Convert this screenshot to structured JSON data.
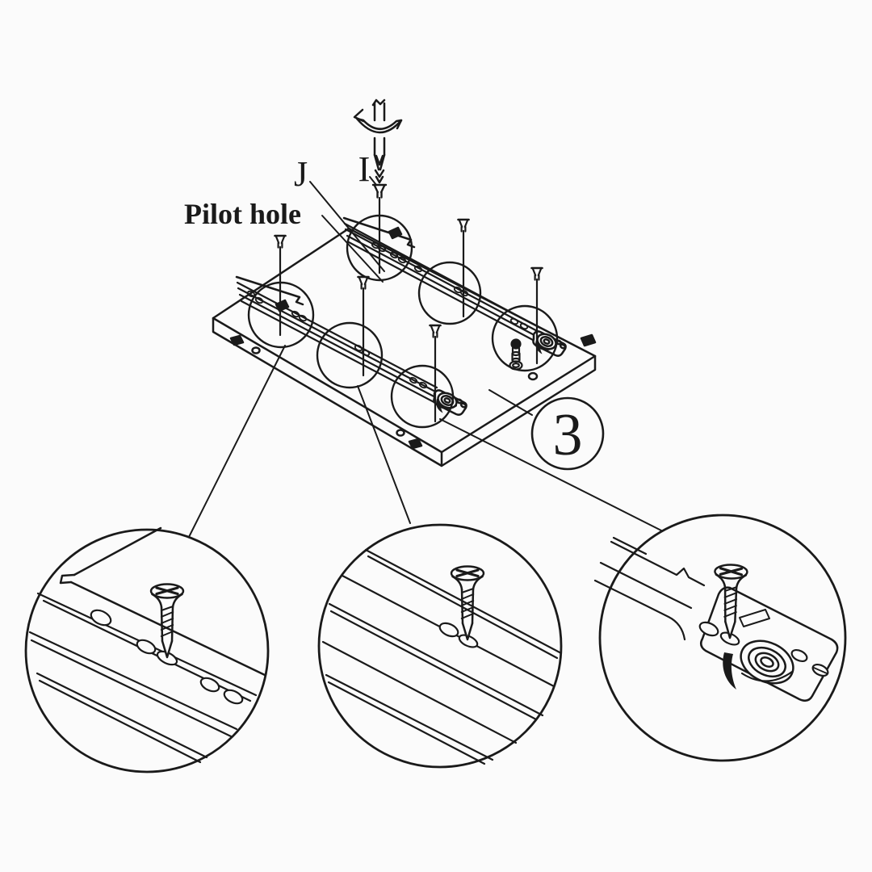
{
  "diagram": {
    "step_number": "3",
    "labels": {
      "driver_screw": "I",
      "rail_screw": "J",
      "pilot_hole": "Pilot hole"
    },
    "colors": {
      "ink": "#1a1a1a",
      "background": "#fbfbfb"
    },
    "icons": {
      "rotation_arrow": "curved-ribbon-arrow",
      "screwdriver": "flat-tip-driver",
      "screw": "phillips-head-screw",
      "roller": "concentric-ellipse-wheel"
    }
  }
}
